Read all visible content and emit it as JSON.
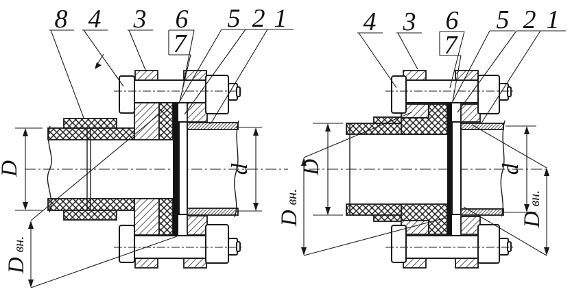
{
  "figure_title": "flange-joint-sectional-drawing",
  "colors": {
    "ink": "#1a1a1a",
    "paper": "#ffffff"
  },
  "left_diagram": {
    "part_labels": {
      "n8": "8",
      "n4": "4",
      "n3": "3",
      "n6": "6",
      "n7": "7",
      "n5": "5",
      "n2": "2",
      "n1": "1"
    },
    "dims": {
      "D": "D",
      "d": "d",
      "Dvn_D": "D",
      "Dvn_vn": "вн."
    }
  },
  "right_diagram": {
    "part_labels": {
      "n4": "4",
      "n3": "3",
      "n6": "6",
      "n7": "7",
      "n5": "5",
      "n2": "2",
      "n1": "1"
    },
    "dims": {
      "D": "D",
      "d": "d",
      "Dvn_left_D": "D",
      "Dvn_left_vn": "вн.",
      "Dvn_right_D": "D",
      "Dvn_right_vn": "вн."
    }
  }
}
